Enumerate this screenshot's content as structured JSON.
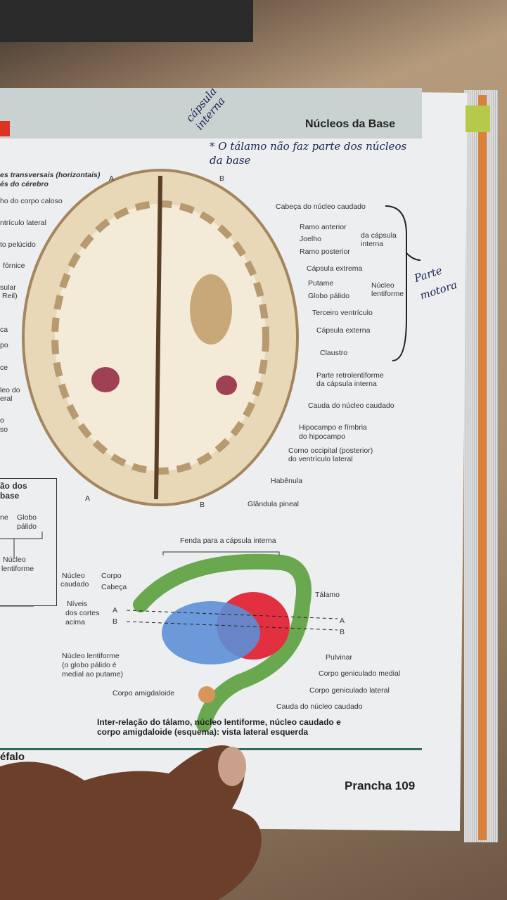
{
  "header": {
    "title": "Núcleos da Base"
  },
  "handwritten": {
    "note_top": "* O tálamo não faz parte dos núcleos da base",
    "capsula": "cápsula interna",
    "side": "Parte motora"
  },
  "section_title": [
    "es transversais (horizontais)",
    "és do cérebro"
  ],
  "markers": {
    "a": "A",
    "b": "B"
  },
  "left_labels": [
    "ho do corpo caloso",
    "ntrículo lateral",
    "to pelúcido",
    "fórnice",
    "sular",
    "Reil)",
    "ca",
    "po",
    "ce",
    "leo do",
    "eral",
    "o",
    "so"
  ],
  "right_labels": {
    "cabeca": "Cabeça do núcleo caudado",
    "ramo_anterior": "Ramo anterior",
    "joelho": "Joelho",
    "ramo_posterior": "Ramo posterior",
    "capsula_interna_group": [
      "da cápsula",
      "interna"
    ],
    "capsula_extrema": "Cápsula extrema",
    "putame": "Putame",
    "globo": "Globo pálido",
    "lentiforme_group": [
      "Núcleo",
      "lentiforme"
    ],
    "terceiro": "Terceiro ventrículo",
    "externa": "Cápsula externa",
    "claustro": "Claustro",
    "retro": [
      "Parte retrolentiforme",
      "da cápsula interna"
    ],
    "cauda": "Cauda do núcleo caudado",
    "hipocampo": [
      "Hipocampo e fímbria",
      "do hipocampo"
    ],
    "corno": [
      "Corno occipital (posterior)",
      "do ventrículo lateral"
    ],
    "habenula": "Habênula",
    "pineal": "Glândula pineal"
  },
  "box": {
    "title": [
      "ão dos",
      "base"
    ],
    "ne": "ne",
    "globo": [
      "Globo",
      "pálido"
    ],
    "nucleo": [
      "Núcleo",
      "lentiforme"
    ]
  },
  "schema": {
    "fenda": "Fenda para a cápsula interna",
    "caudado": [
      "Núcleo",
      "caudado"
    ],
    "corpo": "Corpo",
    "cabeca": "Cabeça",
    "niveis": [
      "Níveis",
      "dos cortes",
      "acima"
    ],
    "talamo": "Tálamo",
    "pulvinar": "Pulvinar",
    "gen_medial": "Corpo geniculado medial",
    "gen_lateral": "Corpo geniculado lateral",
    "cauda": "Cauda do núcleo caudado",
    "lentiforme": [
      "Núcleo lentiforme",
      "(o globo pálido é",
      "medial ao putame)"
    ],
    "amigdaloide": "Corpo amigdaloide",
    "caption": "Inter-relação do tálamo, núcleo lentiforme, núcleo caudado e corpo amigdaloide (esquema): vista lateral esquerda"
  },
  "footer": {
    "section": "éfalo",
    "plate": "Prancha 109"
  }
}
